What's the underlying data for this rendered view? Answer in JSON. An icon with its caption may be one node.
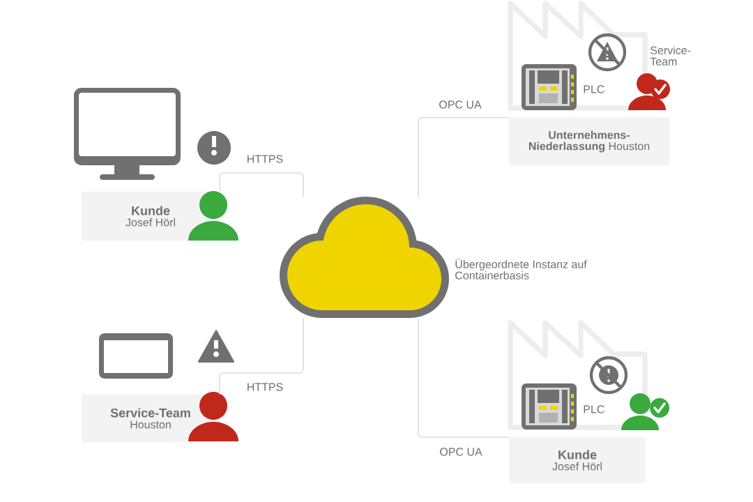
{
  "diagram": {
    "nodes": [
      {
        "text": [
          "Kunde",
          "Josef Hörl"
        ]
      },
      {
        "text": [
          "Service-Team",
          "Houston"
        ]
      },
      {
        "text": [],
        "shape": "cloud",
        "beside": [
          "Übergeordnete Instanz auf Containerbasis"
        ]
      },
      {
        "text": [
          "**Unternehmens-Niederlassung** Houston"
        ]
      },
      {
        "text": [
          "Kunde",
          "Josef Hörl"
        ]
      }
    ],
    "edges": [
      {
        "from": 0,
        "to": 2,
        "arrow": "none",
        "label": "HTTPS"
      },
      {
        "from": 1,
        "to": 2,
        "arrow": "none",
        "label": "HTTPS"
      },
      {
        "from": 2,
        "to": 3,
        "arrow": "none",
        "label": "OPC UA"
      },
      {
        "from": 2,
        "to": 4,
        "arrow": "none",
        "label": "OPC UA"
      }
    ],
    "labels": [
      "Service-Team",
      "PLC",
      "PLC"
    ]
  }
}
